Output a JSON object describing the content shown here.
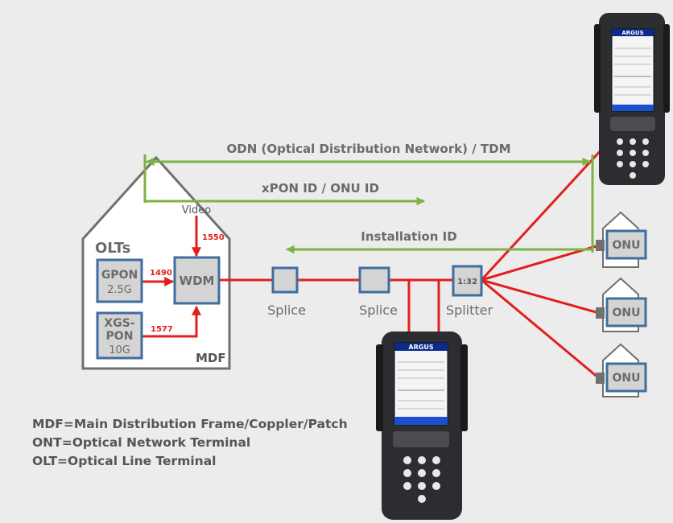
{
  "labels": {
    "odn": "ODN (Optical Distribution Network) / TDM",
    "xpon": "xPON ID / ONU ID",
    "installation": "Installation ID",
    "video": "Video",
    "olts": "OLTs",
    "mdf": "MDF",
    "wdm": "WDM",
    "gpon_line1": "GPON",
    "gpon_line2": "2.5G",
    "xgs_line1": "XGS-",
    "xgs_line2": "PON",
    "xgs_line3": "10G",
    "wl_1550": "1550",
    "wl_1490": "1490",
    "wl_1577": "1577",
    "splice1": "Splice",
    "splice2": "Splice",
    "splitter": "Splitter",
    "splitter_ratio": "1:32",
    "onu1": "ONU",
    "onu2": "ONU",
    "onu3": "ONU",
    "device_brand_top": "ARGUS",
    "device_brand_bottom": "ARGUS"
  },
  "legend": [
    "MDF=Main Distribution Frame/Coppler/Patch",
    "ONT=Optical Network Terminal",
    "OLT=Optical Line Terminal"
  ],
  "colors": {
    "background": "#ececec",
    "fiber": "#e0201b",
    "id_arrow": "#7cb342",
    "box_fill": "#d4d4d4",
    "box_stroke": "#3f6d9e",
    "building": "#707070"
  }
}
